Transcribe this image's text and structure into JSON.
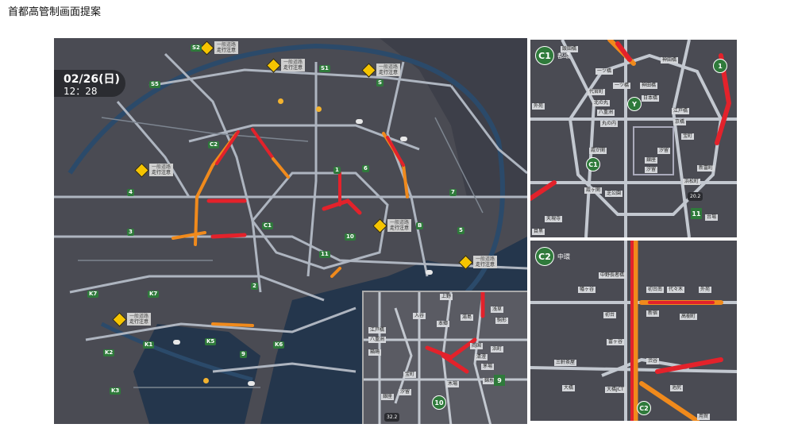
{
  "page_title": "首都高管制画面提案",
  "main_map": {
    "date": "02/26(日)",
    "time": "12：28",
    "cautions": [
      {
        "sub": "一般道路",
        "text": "走行注意"
      },
      {
        "sub": "一般道路",
        "text": "走行注意"
      },
      {
        "sub": "一般道路",
        "text": "走行注意"
      },
      {
        "sub": "一般道路",
        "text": "走行注意"
      },
      {
        "sub": "一般道路",
        "text": "走行注意"
      },
      {
        "sub": "一般道路",
        "text": "走行注意"
      },
      {
        "sub": "一般道路",
        "text": "走行注意"
      }
    ],
    "route_badges": [
      "S2",
      "S5",
      "S1",
      "S",
      "C2",
      "C1",
      "4",
      "3",
      "2",
      "1",
      "6",
      "7",
      "5",
      "10",
      "11",
      "B",
      "K7",
      "K7",
      "K1",
      "K2",
      "K3",
      "K5",
      "K6",
      "9"
    ],
    "inset_labels": [
      "上野",
      "入谷",
      "本郷",
      "湯島",
      "浅草",
      "駒形",
      "江戸橋",
      "八重洲",
      "箱崎",
      "両国",
      "浜町",
      "清澄",
      "茅場",
      "木場",
      "錦糸町",
      "銀座",
      "宝町",
      "汐留"
    ],
    "inset_badges": [
      "9",
      "10"
    ],
    "inset_weather": "32.2"
  },
  "c1_panel": {
    "code": "C1",
    "name": "都環",
    "labels": [
      "飯田橋",
      "一ツ橋",
      "神田橋",
      "代官町",
      "北の丸",
      "一ツ橋",
      "神田橋",
      "日本橋",
      "八重洲",
      "江戸橋",
      "宝町",
      "丸の内",
      "霞が関",
      "外苑",
      "京橋",
      "新富町",
      "汐留",
      "銀座",
      "霞ヶ関",
      "芝公園",
      "浜松町",
      "汐留",
      "天現寺",
      "目黒",
      "台場"
    ],
    "badges": [
      "Y",
      "C1",
      "1",
      "11"
    ],
    "weather": "20.2"
  },
  "c2_panel": {
    "code": "C2",
    "name": "中環",
    "labels": [
      "中野長者橋",
      "幡ヶ谷",
      "初台南",
      "初台",
      "富ヶ谷",
      "新宿",
      "代々木",
      "外苑",
      "渋谷",
      "池尻",
      "三軒茶屋",
      "大橋",
      "大橋JCT",
      "高樹町",
      "用賀"
    ],
    "badges": [
      "C2"
    ]
  }
}
